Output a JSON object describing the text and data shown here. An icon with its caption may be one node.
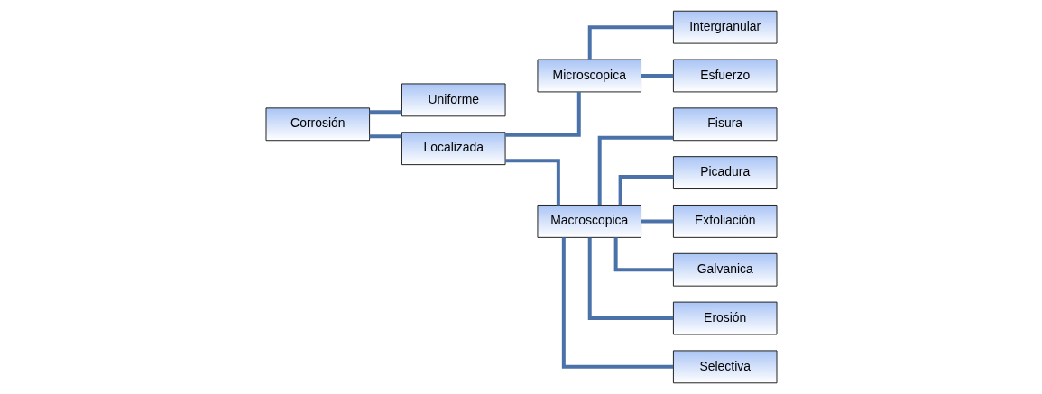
{
  "diagram": {
    "nodes": [
      {
        "text": [
          "Corrosión"
        ]
      },
      {
        "text": [
          "Uniforme"
        ]
      },
      {
        "text": [
          "Localizada"
        ]
      },
      {
        "text": [
          "Microscopica"
        ]
      },
      {
        "text": [
          "Macroscopica"
        ]
      },
      {
        "text": [
          "Intergranular"
        ]
      },
      {
        "text": [
          "Esfuerzo"
        ]
      },
      {
        "text": [
          "Fisura"
        ]
      },
      {
        "text": [
          "Picadura"
        ]
      },
      {
        "text": [
          "Exfoliación"
        ]
      },
      {
        "text": [
          "Galvanica"
        ]
      },
      {
        "text": [
          "Erosión"
        ]
      },
      {
        "text": [
          "Selectiva"
        ]
      }
    ],
    "edges": [
      {
        "from": 0,
        "to": 1,
        "arrow": "none"
      },
      {
        "from": 0,
        "to": 2,
        "arrow": "none"
      },
      {
        "from": 2,
        "to": 3,
        "arrow": "none"
      },
      {
        "from": 2,
        "to": 4,
        "arrow": "none"
      },
      {
        "from": 3,
        "to": 5,
        "arrow": "none"
      },
      {
        "from": 3,
        "to": 6,
        "arrow": "none"
      },
      {
        "from": 4,
        "to": 7,
        "arrow": "none"
      },
      {
        "from": 4,
        "to": 8,
        "arrow": "none"
      },
      {
        "from": 4,
        "to": 9,
        "arrow": "none"
      },
      {
        "from": 4,
        "to": 10,
        "arrow": "none"
      },
      {
        "from": 4,
        "to": 11,
        "arrow": "none"
      },
      {
        "from": 4,
        "to": 12,
        "arrow": "none"
      }
    ]
  }
}
